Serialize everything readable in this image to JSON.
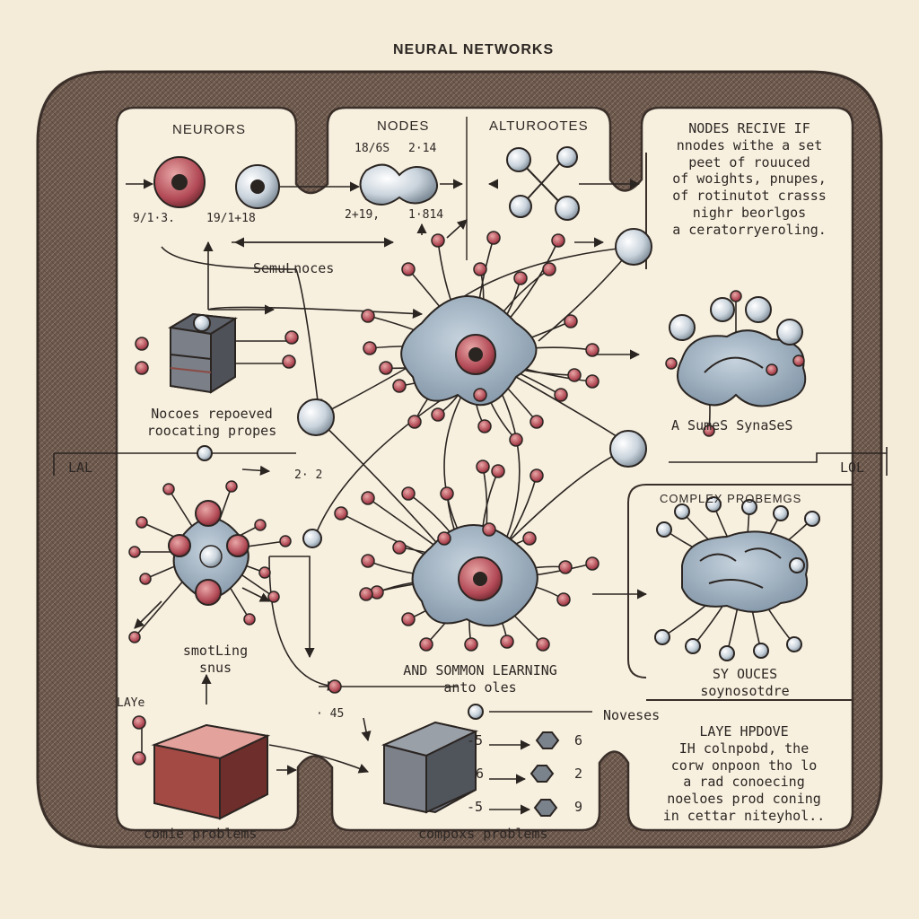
{
  "title": "NEURAL NETWORKS",
  "colors": {
    "frame": "#6e5a50",
    "panel": "#f7f0df",
    "neuron_body": "#9fb1c0",
    "node_red": "#b8525c",
    "ink": "#2b2522"
  },
  "labels": {
    "neurors": "NEURORS",
    "nodes": "NODES",
    "alturootes": "ALTUROOTES",
    "nodes_recive": "NODES RECIVE IF\nnnodes withe a set\npeet of rouuced\nof woights, pnupes,\nof rotinutot crasss\nnighr beorlgos\na ceratorryeroling.",
    "label_1816": "18/6S",
    "label_2814": "2·14",
    "label_9813": "9/1·3.",
    "label_19118": "19/1+18",
    "label_2419": "2+19,",
    "label_1814": "1·814",
    "semulnoces": "SemuLnoces",
    "nocoes_repoved": "Nocoes repoeved\nroocating propes",
    "lal": "LAL",
    "lol": "LOL",
    "a_sumes_synases": "A SumeS SynaSeS",
    "num_2": "2· 2",
    "complex_problems_head": "COMPLEX PROBEMGS",
    "smotling_snus": "smotLing\nsnus",
    "and_sommon": "AND SOMMON LEARNING\nanto oles",
    "sy_ouces": "SY OUCES\nsoynosotdre",
    "laye": "LAYe",
    "num_45": "· 45",
    "noveses": "Noveses",
    "laye_hpdove": "LAYE HPDOVE\nIH colnpobd, the\ncorw onpoon tho lo\na rad conoecing\nnoeloes prod coning\nin cettar niteyhol..",
    "comie_problems": "comie problems",
    "compoxs_problems": "compoxs problems",
    "stack_rows": [
      {
        "left": "-5",
        "right": "6"
      },
      {
        "left": "6",
        "right": "2"
      },
      {
        "left": "-5",
        "right": "9"
      }
    ]
  }
}
